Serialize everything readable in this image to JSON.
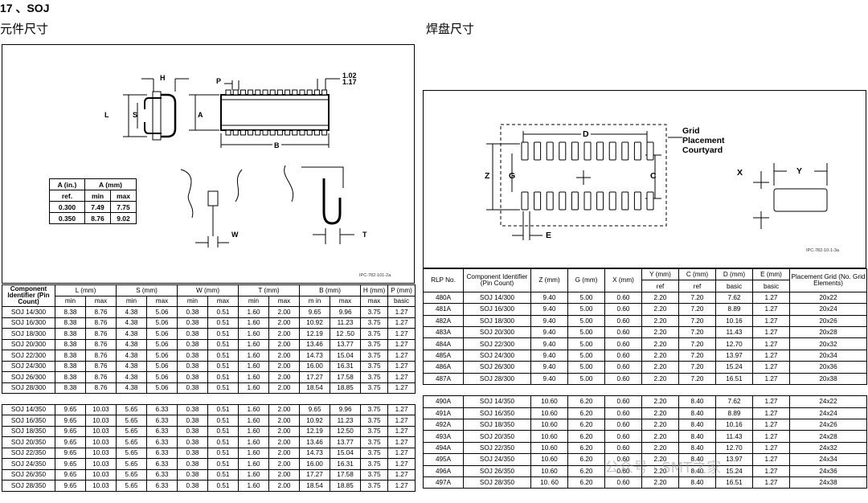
{
  "section": {
    "title": "17 、SOJ",
    "left_subtitle": "元件尺寸",
    "right_subtitle": "焊盘尺寸"
  },
  "left_figure": {
    "labels": {
      "H": "H",
      "P": "P",
      "dim1": "1.02",
      "dim2": "1.17",
      "L": "L",
      "S": "S",
      "A": "A",
      "B": "B",
      "W": "W",
      "T": "T"
    },
    "caption": "IPC-782-101-2a",
    "a_table": {
      "header1": [
        "A (in.)",
        "A (mm)"
      ],
      "header2": [
        "ref.",
        "min",
        "max"
      ],
      "rows": [
        [
          "0.300",
          "7.49",
          "7.75"
        ],
        [
          "0.350",
          "8.76",
          "9.02"
        ]
      ]
    }
  },
  "right_figure": {
    "labels": {
      "grid": "Grid",
      "placement": "Placement",
      "courtyard": "Courtyard",
      "D": "D",
      "Z": "Z",
      "G": "G",
      "C": "C",
      "E": "E",
      "X": "X",
      "Y": "Y"
    },
    "caption": "IPC-782-10-1-3a"
  },
  "left_table": {
    "header1": [
      "Component Identifier (Pin Count)",
      "L (mm)",
      "S (mm)",
      "W (mm)",
      "T (mm)",
      "B (mm)",
      "H (mm)",
      "P (mm)"
    ],
    "header2": [
      "min",
      "max",
      "min",
      "max",
      "min",
      "max",
      "min",
      "max",
      "m in",
      "max",
      "max",
      "basic"
    ],
    "group1": [
      [
        "SOJ 14/300",
        "8.38",
        "8.76",
        "4.38",
        "5.06",
        "0.38",
        "0.51",
        "1.60",
        "2.00",
        "9.65",
        "9.96",
        "3.75",
        "1.27"
      ],
      [
        "SOJ 16/300",
        "8.38",
        "8.76",
        "4.38",
        "5.06",
        "0.38",
        "0.51",
        "1.60",
        "2.00",
        "10.92",
        "11.23",
        "3.75",
        "1.27"
      ],
      [
        "SOJ 18/300",
        "8.38",
        "8.76",
        "4.38",
        "5.06",
        "0.38",
        "0.51",
        "1.60",
        "2.00",
        "12.19",
        "12 .50",
        "3.75",
        "1.27"
      ],
      [
        "SOJ 20/300",
        "8.38",
        "8.76",
        "4.38",
        "5.06",
        "0.38",
        "0.51",
        "1.60",
        "2.00",
        "13.46",
        "13.77",
        "3.75",
        "1.27"
      ],
      [
        "SOJ 22/300",
        "8.38",
        "8.76",
        "4.38",
        "5.06",
        "0.38",
        "0.51",
        "1.60",
        "2.00",
        "14.73",
        "15.04",
        "3.75",
        "1.27"
      ],
      [
        "SOJ 24/300",
        "8.38",
        "8.76",
        "4.38",
        "5.06",
        "0.38",
        "0.51",
        "1.60",
        "2.00",
        "16.00",
        "16.31",
        "3.75",
        "1.27"
      ],
      [
        "SOJ 26/300",
        "8.38",
        "8.76",
        "4.38",
        "5.06",
        "0.38",
        "0.51",
        "1.60",
        "2.00",
        "17.27",
        "17.58",
        "3.75",
        "1.27"
      ],
      [
        "SOJ 28/300",
        "8.38",
        "8.76",
        "4.38",
        "5.06",
        "0.38",
        "0.51",
        "1.60",
        "2.00",
        "18.54",
        "18.85",
        "3.75",
        "1.27"
      ]
    ],
    "group2": [
      [
        "SOJ 14/350",
        "9.65",
        "10.03",
        "5.65",
        "6.33",
        "0.38",
        "0.51",
        "1.60",
        "2.00",
        "9.65",
        "9.96",
        "3.75",
        "1.27"
      ],
      [
        "SOJ 16/350",
        "9.65",
        "10.03",
        "5.65",
        "6.33",
        "0.38",
        "0.51",
        "1.60",
        "2.00",
        "10.92",
        "11.23",
        "3.75",
        "1.27"
      ],
      [
        "SOJ 18/350",
        "9.65",
        "10.03",
        "5.65",
        "6.33",
        "0.38",
        "0.51",
        "1.60",
        "2.00",
        "12.19",
        "12.50",
        "3.75",
        "1.27"
      ],
      [
        "SOJ 20/350",
        "9.65",
        "10.03",
        "5.65",
        "6.33",
        "0.38",
        "0.51",
        "1.60",
        "2.00",
        "13.46",
        "13.77",
        "3.75",
        "1.27"
      ],
      [
        "SOJ 22/350",
        "9.65",
        "10.03",
        "5.65",
        "6.33",
        "0.38",
        "0.51",
        "1.60",
        "2.00",
        "14.73",
        "15.04",
        "3.75",
        "1.27"
      ],
      [
        "SOJ 24/350",
        "9.65",
        "10.03",
        "5.65",
        "6.33",
        "0.38",
        "0.51",
        "1.60",
        "2.00",
        "16.00",
        "16.31",
        "3.75",
        "1.27"
      ],
      [
        "SOJ 26/350",
        "9.65",
        "10.03",
        "5.65",
        "6.33",
        "0.38",
        "0.51",
        "1.60",
        "2.00",
        "17.27",
        "17.58",
        "3.75",
        "1.27"
      ],
      [
        "SOJ 28/350",
        "9.65",
        "10.03",
        "5.65",
        "6.33",
        "0.38",
        "0.51",
        "1.60",
        "2.00",
        "18.54",
        "18.85",
        "3.75",
        "1.27"
      ]
    ]
  },
  "right_table": {
    "header1": [
      "RLP No.",
      "Component Identifier (Pin Count)",
      "Z (mm)",
      "G (mm)",
      "X (mm)",
      "Y (mm)",
      "C (mm)",
      "D (mm)",
      "E (mm)",
      "Placement Grid (No. Grid Elements)"
    ],
    "header2": [
      "ref",
      "ref",
      "basic",
      "basic"
    ],
    "group1": [
      [
        "480A",
        "SOJ 14/300",
        "9.40",
        "5.00",
        "0.60",
        "2.20",
        "7.20",
        "7.62",
        "1.27",
        "20x22"
      ],
      [
        "481A",
        "SOJ 16/300",
        "9.40",
        "5.00",
        "0.60",
        "2.20",
        "7.20",
        "8.89",
        "1.27",
        "20x24"
      ],
      [
        "482A",
        "SOJ 18/300",
        "9.40",
        "5.00",
        "0.60",
        "2.20",
        "7.20",
        "10.16",
        "1.27",
        "20x26"
      ],
      [
        "483A",
        "SOJ 20/300",
        "9.40",
        "5.00",
        "0.60",
        "2.20",
        "7.20",
        "11.43",
        "1.27",
        "20x28"
      ],
      [
        "484A",
        "SOJ 22/300",
        "9.40",
        "5.00",
        "0.60",
        "2.20",
        "7.20",
        "12.70",
        "1.27",
        "20x32"
      ],
      [
        "485A",
        "SOJ 24/300",
        "9.40",
        "5.00",
        "0.60",
        "2.20",
        "7.20",
        "13.97",
        "1.27",
        "20x34"
      ],
      [
        "486A",
        "SOJ 26/300",
        "9.40",
        "5.00",
        "0.60",
        "2.20",
        "7.20",
        "15.24",
        "1.27",
        "20x36"
      ],
      [
        "487A",
        "SOJ 28/300",
        "9.40",
        "5.00",
        "0.60",
        "2.20",
        "7.20",
        "16.51",
        "1.27",
        "20x38"
      ]
    ],
    "group2": [
      [
        "490A",
        "SOJ 14/350",
        "10.60",
        "6.20",
        "0.60",
        "2.20",
        "8.40",
        "7.62",
        "1.27",
        "24x22"
      ],
      [
        "491A",
        "SOJ 16/350",
        "10.60",
        "6.20",
        "0.60",
        "2.20",
        "8.40",
        "8.89",
        "1.27",
        "24x24"
      ],
      [
        "492A",
        "SOJ 18/350",
        "10.60",
        "6.20",
        "0.60",
        "2.20",
        "8.40",
        "10.16",
        "1.27",
        "24x26"
      ],
      [
        "493A",
        "SOJ 20/350",
        "10.60",
        "6.20",
        "0.60",
        "2.20",
        "8.40",
        "11.43",
        "1.27",
        "24x28"
      ],
      [
        "494A",
        "SOJ 22/350",
        "10.60",
        "6.20",
        "0.60",
        "2.20",
        "8.40",
        "12.70",
        "1.27",
        "24x32"
      ],
      [
        "495A",
        "SOJ 24/350",
        "10.60",
        "6.20",
        "0.60",
        "2.20",
        "8.40",
        "13.97",
        "1.27",
        "24x34"
      ],
      [
        "496A",
        "SOJ 26/350",
        "10.60",
        "6.20",
        "0.60",
        "2.20",
        "8.40",
        "15.24",
        "1.27",
        "24x36"
      ],
      [
        "497A",
        "SOJ 28/350",
        "10. 60",
        "6.20",
        "0.60",
        "2.20",
        "8.40",
        "16.51",
        "1.27",
        "24x38"
      ]
    ]
  },
  "watermark": "公众号 · SMT之家"
}
